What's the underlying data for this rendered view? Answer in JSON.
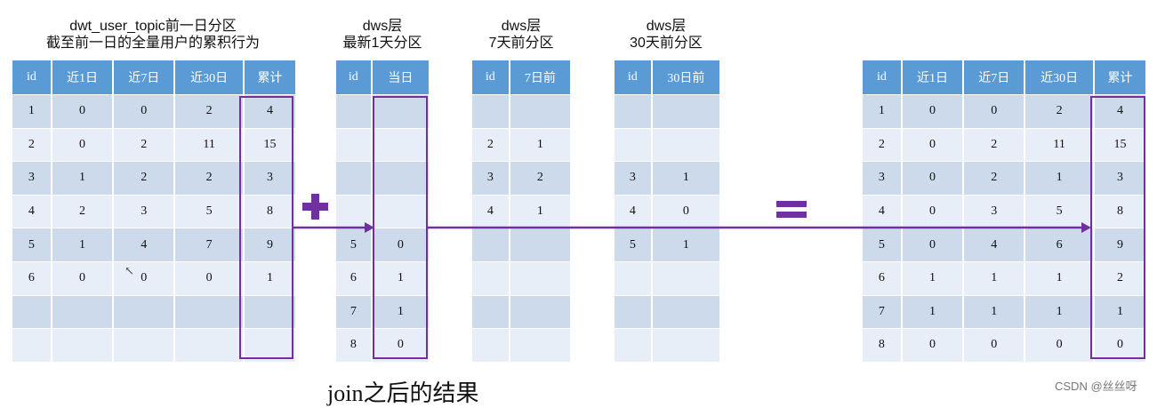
{
  "dwt": {
    "title1": "dwt_user_topic前一日分区",
    "title2": "截至前一日的全量用户的累积行为",
    "headers": [
      "id",
      "近1日",
      "近7日",
      "近30日",
      "累计"
    ],
    "rows": [
      [
        "1",
        "0",
        "0",
        "2",
        "4"
      ],
      [
        "2",
        "0",
        "2",
        "11",
        "15"
      ],
      [
        "3",
        "1",
        "2",
        "2",
        "3"
      ],
      [
        "4",
        "2",
        "3",
        "5",
        "8"
      ],
      [
        "5",
        "1",
        "4",
        "7",
        "9"
      ],
      [
        "6",
        "0",
        "0",
        "0",
        "1"
      ],
      [
        "",
        "",
        "",
        "",
        ""
      ],
      [
        "",
        "",
        "",
        "",
        ""
      ]
    ]
  },
  "dws1": {
    "title1": "dws层",
    "title2": "最新1天分区",
    "headers": [
      "id",
      "当日"
    ],
    "rows": [
      [
        "",
        ""
      ],
      [
        "",
        ""
      ],
      [
        "",
        ""
      ],
      [
        "",
        ""
      ],
      [
        "5",
        "0"
      ],
      [
        "6",
        "1"
      ],
      [
        "7",
        "1"
      ],
      [
        "8",
        "0"
      ]
    ]
  },
  "dws7": {
    "title1": "dws层",
    "title2": "7天前分区",
    "headers": [
      "id",
      "7日前"
    ],
    "rows": [
      [
        "",
        ""
      ],
      [
        "2",
        "1"
      ],
      [
        "3",
        "2"
      ],
      [
        "4",
        "1"
      ],
      [
        "",
        ""
      ],
      [
        "",
        ""
      ],
      [
        "",
        ""
      ],
      [
        "",
        ""
      ]
    ]
  },
  "dws30": {
    "title1": "dws层",
    "title2": "30天前分区",
    "headers": [
      "id",
      "30日前"
    ],
    "rows": [
      [
        "",
        ""
      ],
      [
        "",
        ""
      ],
      [
        "3",
        "1"
      ],
      [
        "4",
        "0"
      ],
      [
        "5",
        "1"
      ],
      [
        "",
        ""
      ],
      [
        "",
        ""
      ],
      [
        "",
        ""
      ]
    ]
  },
  "result": {
    "headers": [
      "id",
      "近1日",
      "近7日",
      "近30日",
      "累计"
    ],
    "rows": [
      [
        "1",
        "0",
        "0",
        "2",
        "4"
      ],
      [
        "2",
        "0",
        "2",
        "11",
        "15"
      ],
      [
        "3",
        "0",
        "2",
        "1",
        "3"
      ],
      [
        "4",
        "0",
        "3",
        "5",
        "8"
      ],
      [
        "5",
        "0",
        "4",
        "6",
        "9"
      ],
      [
        "6",
        "1",
        "1",
        "1",
        "2"
      ],
      [
        "7",
        "1",
        "1",
        "1",
        "1"
      ],
      [
        "8",
        "0",
        "0",
        "0",
        "0"
      ]
    ]
  },
  "caption": "join之后的结果",
  "watermark": "CSDN @丝丝呀",
  "colors": {
    "header": "#5b9bd5",
    "row_dark": "#ccdaec",
    "row_light": "#e8eef7",
    "accent": "#7030a0"
  }
}
